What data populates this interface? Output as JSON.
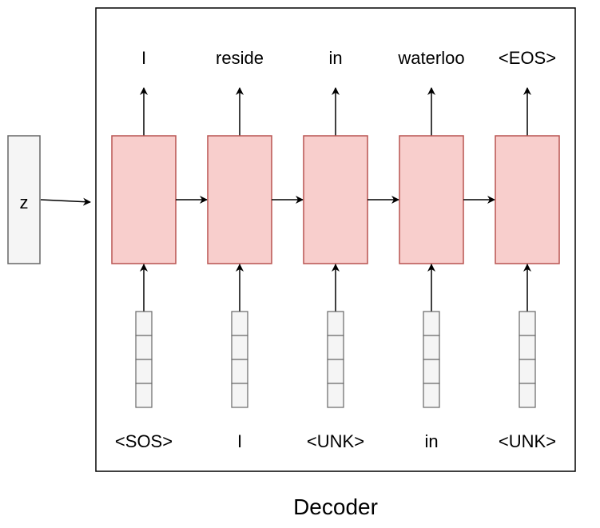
{
  "latent": {
    "label": "z"
  },
  "decoder": {
    "caption": "Decoder"
  },
  "steps": [
    {
      "input": "<SOS>",
      "output": "I"
    },
    {
      "input": "I",
      "output": "reside"
    },
    {
      "input": "<UNK>",
      "output": "in"
    },
    {
      "input": "in",
      "output": "waterloo"
    },
    {
      "input": "<UNK>",
      "output": "<EOS>"
    }
  ],
  "colors": {
    "cell_fill": "#f8cecc",
    "cell_stroke": "#b85450",
    "embed_fill": "#f5f5f5",
    "embed_stroke": "#666666",
    "latent_fill": "#f5f5f5",
    "latent_stroke": "#666666"
  }
}
